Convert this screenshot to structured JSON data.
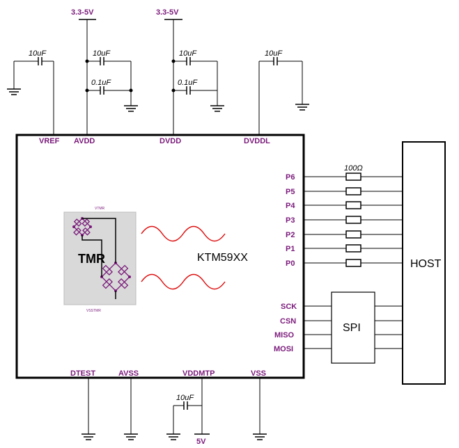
{
  "supplies": {
    "avdd_source": "3.3-5V",
    "dvdd_source": "3.3-5V",
    "vddmtp_source": "5V"
  },
  "top_pins": {
    "vref": "VREF",
    "avdd": "AVDD",
    "dvdd": "DVDD",
    "dvddl": "DVDDL"
  },
  "bottom_pins": {
    "dtest": "DTEST",
    "avss": "AVSS",
    "vddmtp": "VDDMTP",
    "vss": "VSS"
  },
  "caps": {
    "vref": "10uF",
    "avdd_1": "10uF",
    "avdd_2": "0.1uF",
    "dvdd_1": "10uF",
    "dvdd_2": "0.1uF",
    "dvddl": "10uF",
    "vddmtp": "10uF"
  },
  "port_pins": [
    "P6",
    "P5",
    "P4",
    "P3",
    "P2",
    "P1",
    "P0"
  ],
  "resistor": "100Ω",
  "spi_pins": [
    "SCK",
    "CSN",
    "MISO",
    "MOSI"
  ],
  "blocks": {
    "chip": "KTM59XX",
    "sensor": "TMR",
    "sensor_top": "VTMR",
    "sensor_bottom": "VSSTMR",
    "spi": "SPI",
    "host": "HOST"
  },
  "colors": {
    "pin_label": "#7a1a7a",
    "wave": "#d11",
    "sensor_bg": "#d9d9d9",
    "bridge": "#7a1a7a"
  }
}
